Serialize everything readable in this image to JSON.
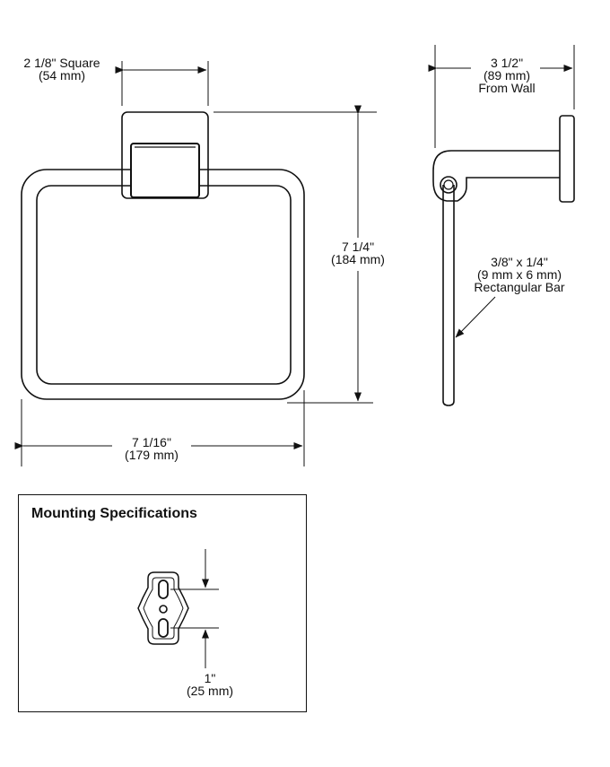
{
  "dimensions": {
    "base_width": {
      "primary": "2 1/8\" Square",
      "secondary": "(54 mm)"
    },
    "projection": {
      "primary": "3 1/2\"",
      "secondary": "(89 mm)",
      "tertiary": "From Wall"
    },
    "height": {
      "primary": "7 1/4\"",
      "secondary": "(184 mm)"
    },
    "bar": {
      "primary": "3/8\" x 1/4\"",
      "secondary": "(9 mm x 6 mm)",
      "tertiary": "Rectangular Bar"
    },
    "width": {
      "primary": "7 1/16\"",
      "secondary": "(179 mm)"
    }
  },
  "mounting": {
    "title": "Mounting Specifications",
    "spacing": {
      "primary": "1\"",
      "secondary": "(25 mm)"
    }
  }
}
